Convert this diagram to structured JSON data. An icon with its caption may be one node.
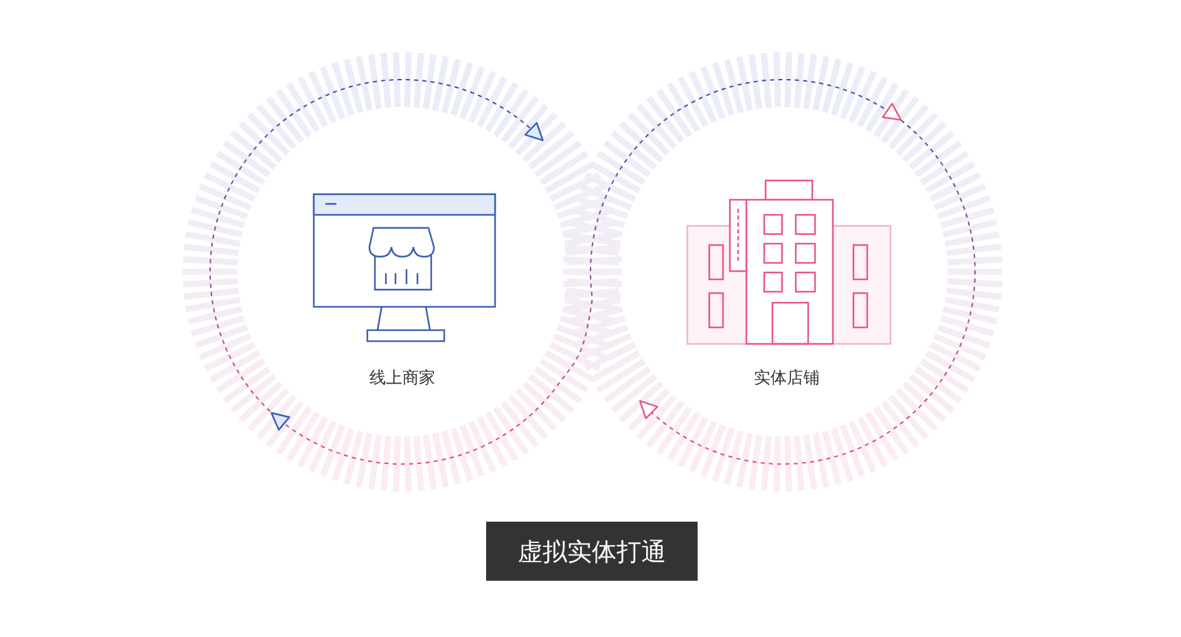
{
  "diagram": {
    "nodes": [
      {
        "text": [
          "线上商家"
        ]
      },
      {
        "text": [
          "实体店铺"
        ]
      },
      {
        "text": [
          "虚拟实体打通"
        ]
      }
    ]
  }
}
